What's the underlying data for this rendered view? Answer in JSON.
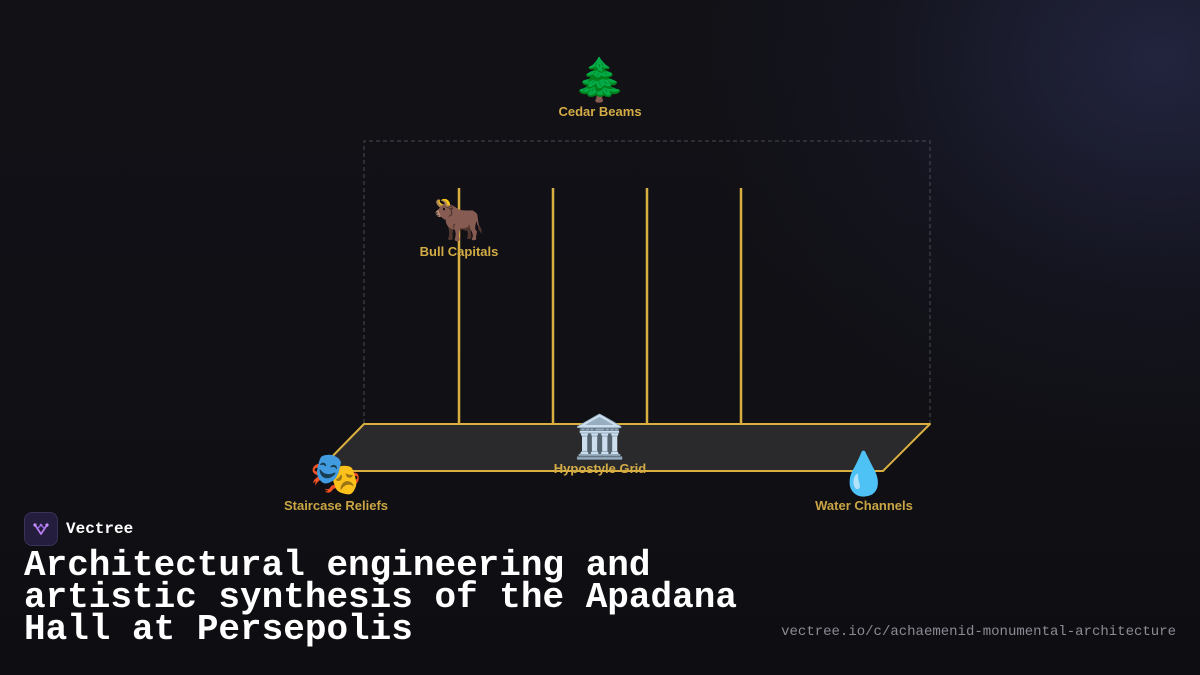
{
  "diagram": {
    "nodes": {
      "cedar_beams": {
        "icon": "cedar-tree-icon",
        "glyph": "🌲",
        "label": "Cedar Beams"
      },
      "bull_capitals": {
        "icon": "bull-icon",
        "glyph": "🐂",
        "label": "Bull Capitals"
      },
      "hypostyle_grid": {
        "icon": "classical-building-icon",
        "glyph": "🏛️",
        "label": "Hypostyle Grid"
      },
      "staircase_reliefs": {
        "icon": "theater-masks-icon",
        "glyph": "🎭",
        "label": "Staircase Reliefs"
      },
      "water_channels": {
        "icon": "water-droplet-icon",
        "glyph": "💧",
        "label": "Water Channels"
      }
    },
    "colors": {
      "accent": "#d9b040",
      "label": "#d4ac46",
      "platform_fill": "#2a2a2c",
      "frame_dash": "#4a4a52"
    }
  },
  "brand": {
    "name": "Vectree",
    "logo_icon": "vectree-logo-icon"
  },
  "footer": {
    "title": "Architectural engineering and artistic synthesis of the Apadana Hall at Persepolis",
    "url": "vectree.io/c/achaemenid-monumental-architecture"
  }
}
